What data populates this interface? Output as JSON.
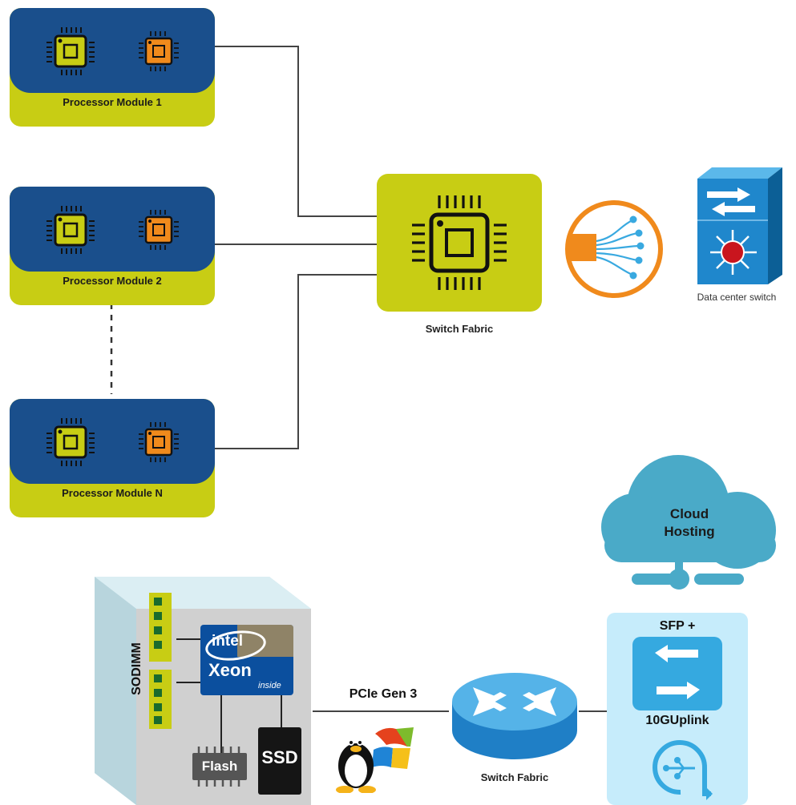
{
  "modules": [
    {
      "label": "Processor Module 1"
    },
    {
      "label": "Processor Module 2"
    },
    {
      "label": "Processor Module N"
    }
  ],
  "switch_fabric_top": {
    "label": "Switch Fabric"
  },
  "dc_switch": {
    "label": "Data center switch"
  },
  "cloud": {
    "line1": "Cloud",
    "line2": "Hosting"
  },
  "uplink_panel": {
    "sfp_label": "SFP +",
    "uplink_label": "10GUplink"
  },
  "server": {
    "sodimm_label": "SODIMM",
    "flash_label": "Flash",
    "ssd_label": "SSD",
    "intel_label": "intel",
    "xeon_label": "Xeon",
    "inside_label": "inside"
  },
  "pcie_label": "PCIe Gen 3",
  "switch_fabric_bottom": {
    "label": "Switch Fabric"
  },
  "colors": {
    "module_blue": "#1a4f8c",
    "lime": "#c8cd14",
    "orange": "#f08a1c",
    "cloud": "#4aaac8",
    "panel": "#c6ecfb",
    "sfp_blue": "#35a9e0"
  }
}
